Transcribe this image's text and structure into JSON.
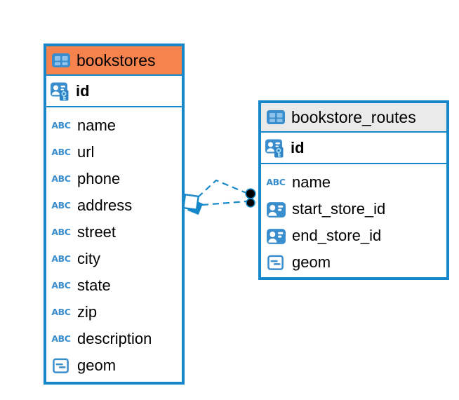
{
  "diagram": {
    "kind": "entity-relationship",
    "background": "#ffffff"
  },
  "colors": {
    "table_border": "#1688c9",
    "icon_blue": "#3a8ecd",
    "icon_cell_blue": "#8fc2ea",
    "bookstores_header": "#f6824d",
    "routes_header": "#eaeaea",
    "relationship_line": "#1688c9",
    "endpoint_dot": "#000000"
  },
  "icons": {
    "text_type_label": "ABC"
  },
  "tables": [
    {
      "name": "bookstores",
      "pk_label": "id",
      "columns": [
        {
          "type": "text",
          "label": "name"
        },
        {
          "type": "text",
          "label": "url"
        },
        {
          "type": "text",
          "label": "phone"
        },
        {
          "type": "text",
          "label": "address"
        },
        {
          "type": "text",
          "label": "street"
        },
        {
          "type": "text",
          "label": "city"
        },
        {
          "type": "text",
          "label": "state"
        },
        {
          "type": "text",
          "label": "zip"
        },
        {
          "type": "text",
          "label": "description"
        },
        {
          "type": "geometry",
          "label": "geom"
        }
      ]
    },
    {
      "name": "bookstore_routes",
      "pk_label": "id",
      "columns": [
        {
          "type": "text",
          "label": "name"
        },
        {
          "type": "reference",
          "label": "start_store_id"
        },
        {
          "type": "reference",
          "label": "end_store_id"
        },
        {
          "type": "geometry",
          "label": "geom"
        }
      ]
    }
  ],
  "relationships": [
    {
      "from_table": "bookstores",
      "to_table": "bookstore_routes",
      "style": "dashed"
    },
    {
      "from_table": "bookstores",
      "to_table": "bookstore_routes",
      "style": "dashed"
    }
  ]
}
